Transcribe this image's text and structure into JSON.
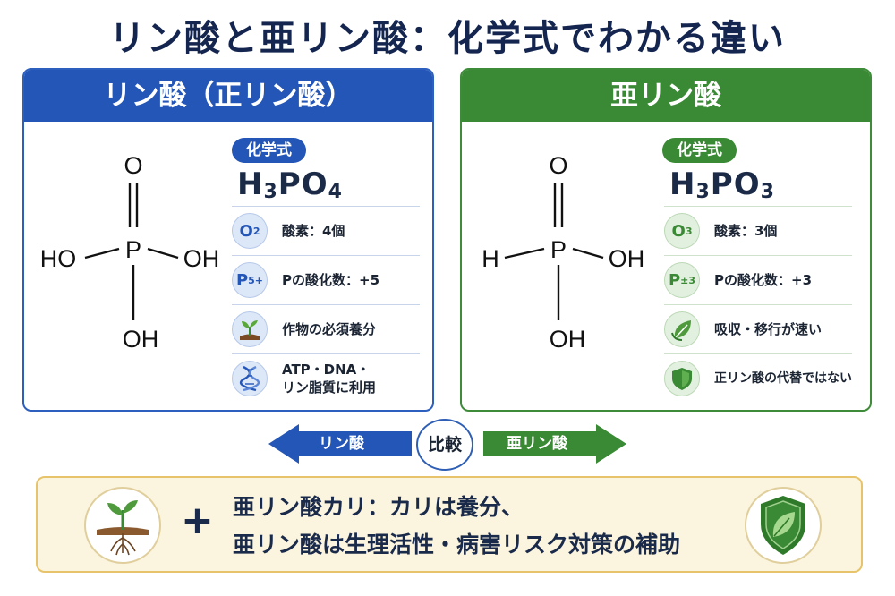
{
  "title": "リン酸と亜リン酸：化学式でわかる違い",
  "left_card": {
    "header": "リン酸（正リン酸）",
    "formula_tag": "化学式",
    "formula": {
      "a": "H",
      "n1": "3",
      "b": "PO",
      "n2": "4"
    },
    "structure": {
      "top": "O",
      "left": "HO",
      "center": "P",
      "right": "OH",
      "bottom": "OH"
    },
    "props": [
      {
        "icon_main": "O",
        "icon_sub": "2",
        "icon": "oxygen-icon",
        "text": "酸素：4個"
      },
      {
        "icon_main": "P",
        "icon_sup": "5+",
        "icon": "phosphorus-icon",
        "text": "Pの酸化数：+5"
      },
      {
        "icon": "sprout-icon",
        "text": "作物の必須養分"
      },
      {
        "icon": "dna-icon",
        "text": "ATP・DNA・\nリン脂質に利用"
      }
    ]
  },
  "right_card": {
    "header": "亜リン酸",
    "formula_tag": "化学式",
    "formula": {
      "a": "H",
      "n1": "3",
      "b": "PO",
      "n2": "3"
    },
    "structure": {
      "top": "O",
      "left": "H",
      "center": "P",
      "right": "OH",
      "bottom": "OH"
    },
    "props": [
      {
        "icon_main": "O",
        "icon_sub": "3",
        "icon": "oxygen-icon",
        "text": "酸素：3個"
      },
      {
        "icon_main": "P",
        "icon_sup": "±3",
        "icon": "phosphorus-icon",
        "text": "Pの酸化数：+3"
      },
      {
        "icon": "leaf-arrow-icon",
        "text": "吸収・移行が速い"
      },
      {
        "icon": "shield-icon",
        "text": "正リン酸の代替ではない"
      }
    ]
  },
  "compare": {
    "left_label": "リン酸",
    "center": "比較",
    "right_label": "亜リン酸",
    "left_color": "#2456b8",
    "right_color": "#3a8a35"
  },
  "bottom": {
    "plus": "+",
    "line1": "亜リン酸カリ：カリは養分、",
    "line2": "亜リン酸は生理活性・病害リスク対策の補助"
  }
}
